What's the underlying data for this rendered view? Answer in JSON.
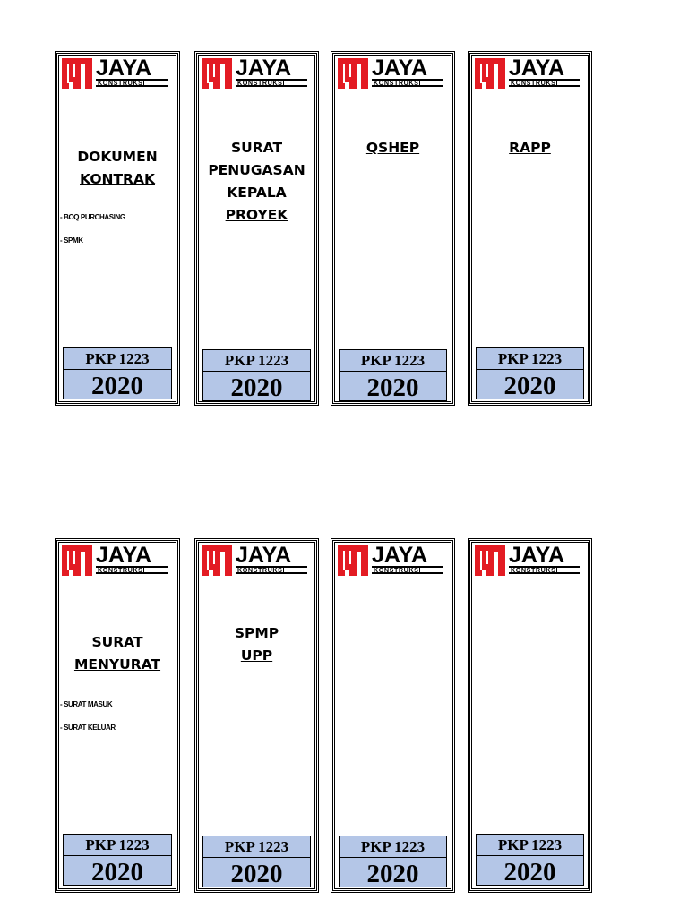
{
  "logo": {
    "word": "JAYA",
    "sub": "KONSTRUKSI",
    "red": "#e31b23"
  },
  "colors": {
    "box_fill": "#b4c6e7"
  },
  "labels": [
    {
      "title": [
        "DOKUMEN",
        "KONTRAK"
      ],
      "notes": [
        "- BOQ PURCHASING",
        "- SPMK"
      ],
      "code": "PKP 1223",
      "year": "2020"
    },
    {
      "title": [
        "SURAT",
        "PENUGASAN",
        "KEPALA",
        "PROYEK"
      ],
      "notes": [],
      "code": "PKP 1223",
      "year": "2020"
    },
    {
      "title": [
        "QSHEP"
      ],
      "notes": [],
      "code": "PKP 1223",
      "year": "2020"
    },
    {
      "title": [
        "RAPP"
      ],
      "notes": [],
      "code": "PKP 1223",
      "year": "2020"
    },
    {
      "title": [
        "SURAT",
        "MENYURAT"
      ],
      "notes": [
        "- SURAT MASUK",
        "- SURAT KELUAR"
      ],
      "code": "PKP 1223",
      "year": "2020"
    },
    {
      "title": [
        "SPMP",
        "UPP"
      ],
      "notes": [],
      "code": "PKP 1223",
      "year": "2020"
    },
    {
      "title": [],
      "notes": [],
      "code": "PKP 1223",
      "year": "2020"
    },
    {
      "title": [],
      "notes": [],
      "code": "PKP 1223",
      "year": "2020"
    }
  ]
}
